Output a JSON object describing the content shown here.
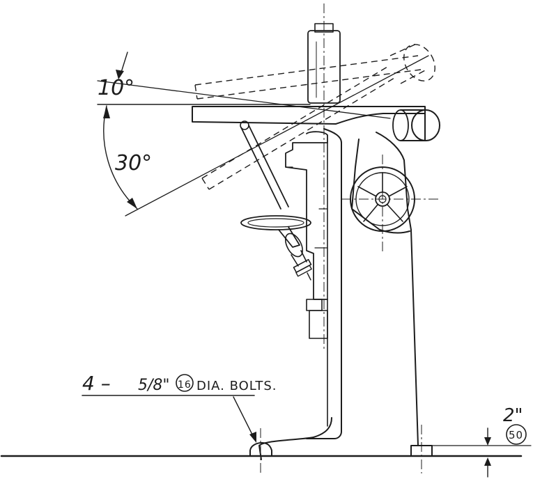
{
  "annotations": {
    "angle_up": "10°",
    "angle_down": "30°",
    "bolts_qty": "4 –",
    "bolts_size": "5/8\"",
    "bolts_metric": "16",
    "bolts_text": "DIA. BOLTS.",
    "height_in": "2\"",
    "height_mm": "50"
  },
  "colors": {
    "ink": "#1c1c1c",
    "paper": "#ffffff"
  }
}
